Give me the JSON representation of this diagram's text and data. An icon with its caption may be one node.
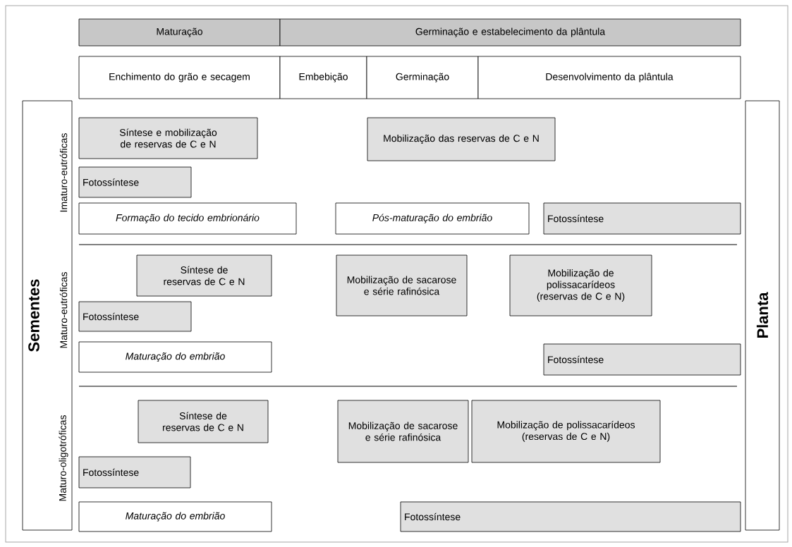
{
  "diagram": {
    "nodes": [
      {
        "text": [
          "Maturação"
        ]
      },
      {
        "text": [
          "Germinação e estabelecimento da plântula"
        ]
      },
      {
        "text": [
          "Enchimento do grão e secagem"
        ]
      },
      {
        "text": [
          "Embebição"
        ]
      },
      {
        "text": [
          "Germinação"
        ]
      },
      {
        "text": [
          "Desenvolvimento da plântula"
        ]
      },
      {
        "text": [
          "Sementes"
        ]
      },
      {
        "text": [
          "Planta"
        ]
      },
      {
        "text": [
          "Síntese e mobilização de reservas de C e N"
        ]
      },
      {
        "text": [
          "Mobilização das reservas de C e N"
        ]
      },
      {
        "text": [
          "Fotossíntese"
        ]
      },
      {
        "text": [
          "Formação do tecido embrionário"
        ]
      },
      {
        "text": [
          "Pós-maturação do embrião"
        ]
      },
      {
        "text": [
          "Fotossíntese"
        ]
      },
      {
        "text": [
          "Síntese de reservas de C e N"
        ]
      },
      {
        "text": [
          "Mobilização de sacarose e série rafinósica"
        ]
      },
      {
        "text": [
          "Mobilização de polissacarídeos (reservas de C e N)"
        ]
      },
      {
        "text": [
          "Fotossíntese"
        ]
      },
      {
        "text": [
          "Maturação do embrião"
        ]
      },
      {
        "text": [
          "Fotossíntese"
        ]
      },
      {
        "text": [
          "Síntese de reservas de C e N"
        ]
      },
      {
        "text": [
          "Mobilização de sacarose e série rafinósica"
        ]
      },
      {
        "text": [
          "Mobilização de polissacarídeos (reservas de C e N)"
        ]
      },
      {
        "text": [
          "Fotossíntese"
        ]
      },
      {
        "text": [
          "Maturação do embrião"
        ]
      },
      {
        "text": [
          "Fotossíntese"
        ]
      }
    ],
    "labels": [
      "Imaturo-eutróficas",
      "Maturo-eutróficas",
      "Maturo-oligotróficas"
    ]
  }
}
